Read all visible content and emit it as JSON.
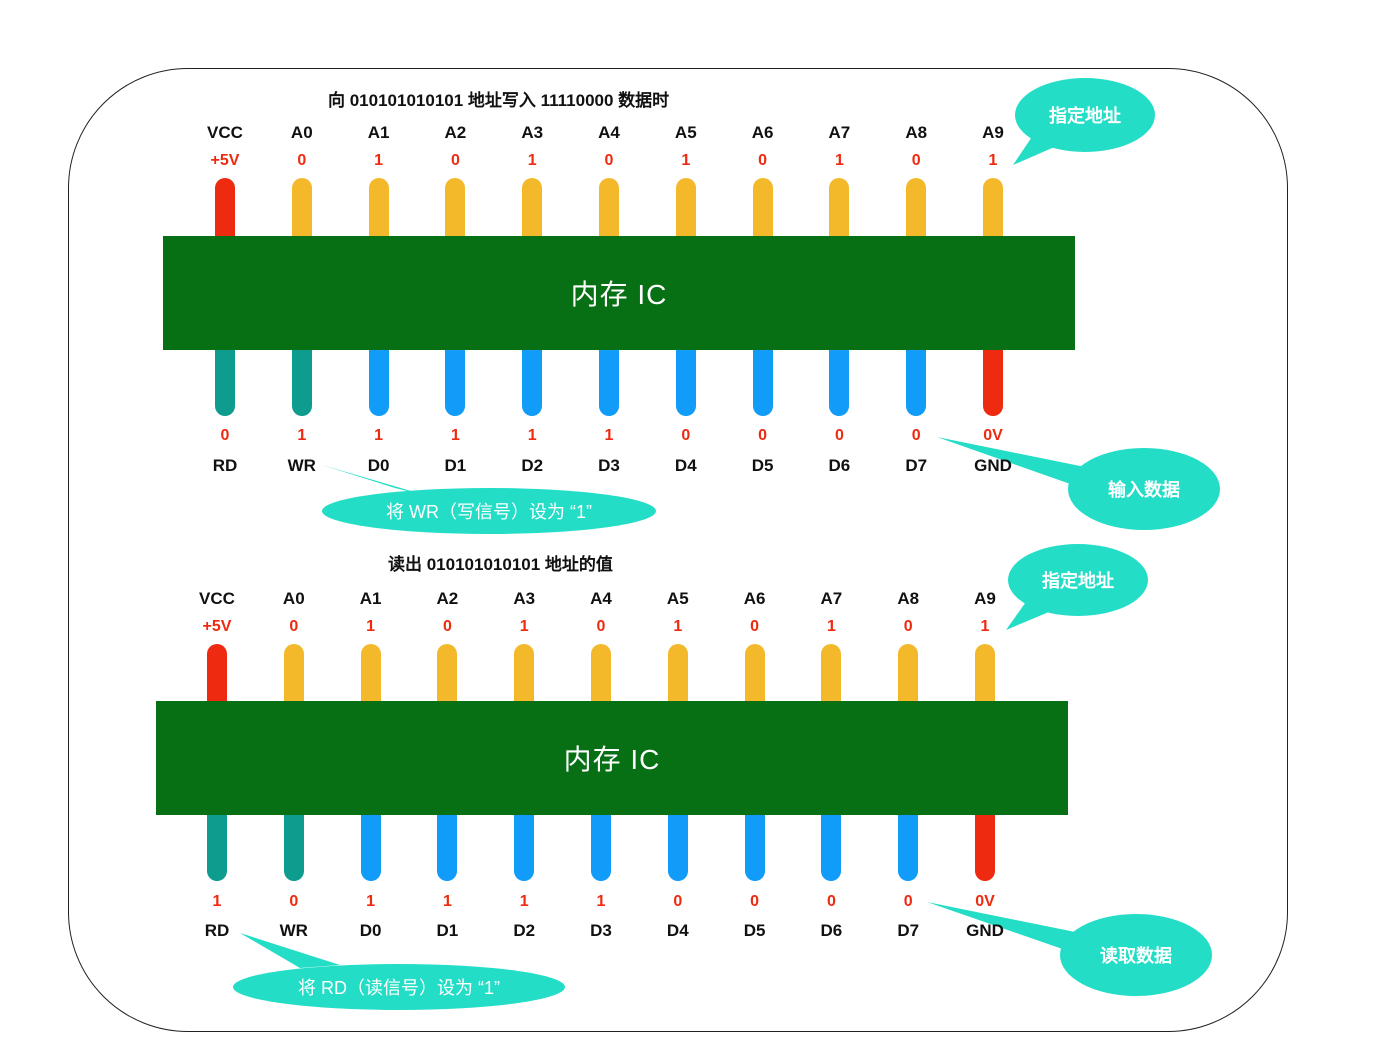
{
  "colors": {
    "chip": "#076f14",
    "power_pin": "#ee2a10",
    "address_pin": "#f4b92a",
    "control_pin": "#0e9c8f",
    "data_pin": "#109cf8",
    "bubble": "#23ddc6",
    "value_text": "#ee2a10"
  },
  "panels": [
    {
      "title": "向 010101010101 地址写入 11110000 数据时",
      "chip_label": "内存 IC",
      "top_pins": [
        {
          "label": "VCC",
          "value": "+5V",
          "kind": "power"
        },
        {
          "label": "A0",
          "value": "0",
          "kind": "address"
        },
        {
          "label": "A1",
          "value": "1",
          "kind": "address"
        },
        {
          "label": "A2",
          "value": "0",
          "kind": "address"
        },
        {
          "label": "A3",
          "value": "1",
          "kind": "address"
        },
        {
          "label": "A4",
          "value": "0",
          "kind": "address"
        },
        {
          "label": "A5",
          "value": "1",
          "kind": "address"
        },
        {
          "label": "A6",
          "value": "0",
          "kind": "address"
        },
        {
          "label": "A7",
          "value": "1",
          "kind": "address"
        },
        {
          "label": "A8",
          "value": "0",
          "kind": "address"
        },
        {
          "label": "A9",
          "value": "1",
          "kind": "address"
        }
      ],
      "bottom_pins": [
        {
          "label": "RD",
          "value": "0",
          "kind": "control"
        },
        {
          "label": "WR",
          "value": "1",
          "kind": "control"
        },
        {
          "label": "D0",
          "value": "1",
          "kind": "data"
        },
        {
          "label": "D1",
          "value": "1",
          "kind": "data"
        },
        {
          "label": "D2",
          "value": "1",
          "kind": "data"
        },
        {
          "label": "D3",
          "value": "1",
          "kind": "data"
        },
        {
          "label": "D4",
          "value": "0",
          "kind": "data"
        },
        {
          "label": "D5",
          "value": "0",
          "kind": "data"
        },
        {
          "label": "D6",
          "value": "0",
          "kind": "data"
        },
        {
          "label": "D7",
          "value": "0",
          "kind": "data"
        },
        {
          "label": "GND",
          "value": "0V",
          "kind": "power"
        }
      ],
      "callouts": {
        "address": "指定地址",
        "data": "输入数据",
        "signal": "将 WR（写信号）设为 “1”"
      }
    },
    {
      "title": "读出 010101010101 地址的值",
      "chip_label": "内存 IC",
      "top_pins": [
        {
          "label": "VCC",
          "value": "+5V",
          "kind": "power"
        },
        {
          "label": "A0",
          "value": "0",
          "kind": "address"
        },
        {
          "label": "A1",
          "value": "1",
          "kind": "address"
        },
        {
          "label": "A2",
          "value": "0",
          "kind": "address"
        },
        {
          "label": "A3",
          "value": "1",
          "kind": "address"
        },
        {
          "label": "A4",
          "value": "0",
          "kind": "address"
        },
        {
          "label": "A5",
          "value": "1",
          "kind": "address"
        },
        {
          "label": "A6",
          "value": "0",
          "kind": "address"
        },
        {
          "label": "A7",
          "value": "1",
          "kind": "address"
        },
        {
          "label": "A8",
          "value": "0",
          "kind": "address"
        },
        {
          "label": "A9",
          "value": "1",
          "kind": "address"
        }
      ],
      "bottom_pins": [
        {
          "label": "RD",
          "value": "1",
          "kind": "control"
        },
        {
          "label": "WR",
          "value": "0",
          "kind": "control"
        },
        {
          "label": "D0",
          "value": "1",
          "kind": "data"
        },
        {
          "label": "D1",
          "value": "1",
          "kind": "data"
        },
        {
          "label": "D2",
          "value": "1",
          "kind": "data"
        },
        {
          "label": "D3",
          "value": "1",
          "kind": "data"
        },
        {
          "label": "D4",
          "value": "0",
          "kind": "data"
        },
        {
          "label": "D5",
          "value": "0",
          "kind": "data"
        },
        {
          "label": "D6",
          "value": "0",
          "kind": "data"
        },
        {
          "label": "D7",
          "value": "0",
          "kind": "data"
        },
        {
          "label": "GND",
          "value": "0V",
          "kind": "power"
        }
      ],
      "callouts": {
        "address": "指定地址",
        "data": "读取数据",
        "signal": "将 RD（读信号）设为 “1”"
      }
    }
  ]
}
